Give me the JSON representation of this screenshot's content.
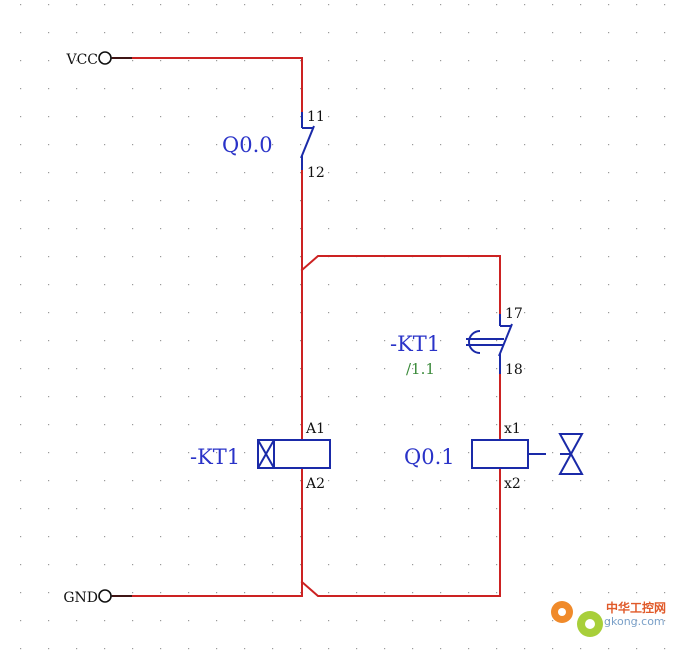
{
  "terminals": {
    "vcc": "VCC",
    "gnd": "GND"
  },
  "switch_q00": {
    "label": "Q0.0",
    "pin_top": "11",
    "pin_bottom": "12"
  },
  "timer_contact": {
    "label": "-KT1",
    "cross_ref": "/1.1",
    "pin_top": "17",
    "pin_bottom": "18"
  },
  "relay_coil": {
    "label": "-KT1",
    "pin_top": "A1",
    "pin_bottom": "A2"
  },
  "valve_coil": {
    "label": "Q0.1",
    "pin_top": "x1",
    "pin_bottom": "x2"
  },
  "watermark": {
    "brand": "中华工控网",
    "url": "gkong.com"
  },
  "colors": {
    "wire": "#cc2222",
    "symbol": "#1a2aa8",
    "label_blue": "#2a33c8",
    "cross_ref": "#3a8a3a",
    "pin_text": "#111111",
    "grid_dot": "#9a9a9a"
  }
}
